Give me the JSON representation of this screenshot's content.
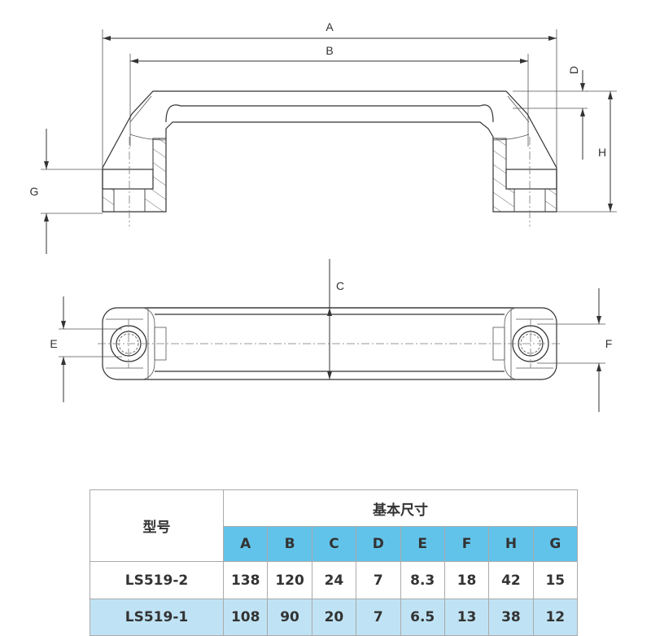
{
  "drawing": {
    "dims": {
      "A": "A",
      "B": "B",
      "C": "C",
      "D": "D",
      "E": "E",
      "F": "F",
      "G": "G",
      "H": "H"
    }
  },
  "table": {
    "model_header": "型号",
    "basic_header": "基本尺寸",
    "columns": [
      "A",
      "B",
      "C",
      "D",
      "E",
      "F",
      "H",
      "G"
    ],
    "rows": [
      {
        "model": "LS519-2",
        "values": [
          "138",
          "120",
          "24",
          "7",
          "8.3",
          "18",
          "42",
          "15"
        ]
      },
      {
        "model": "LS519-1",
        "values": [
          "108",
          "90",
          "20",
          "7",
          "6.5",
          "13",
          "38",
          "12"
        ]
      }
    ],
    "header_color": "#62c3ea",
    "highlight_row_color": "#bfe3f4"
  }
}
